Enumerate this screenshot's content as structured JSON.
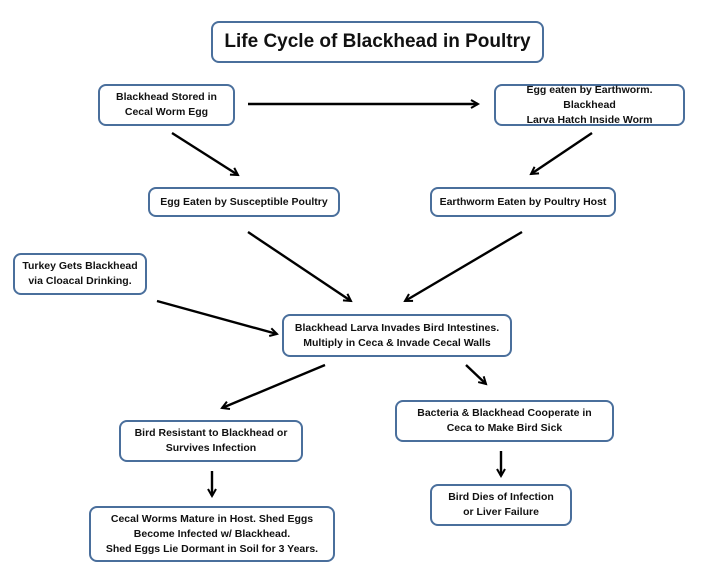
{
  "title": "Life Cycle of Blackhead in Poultry",
  "nodes": {
    "stored_egg": "Blackhead Stored in\nCecal Worm Egg",
    "egg_eaten_worm": "Egg eaten by Earthworm. Blackhead\nLarva Hatch Inside Worm",
    "egg_eaten_poultry": "Egg Eaten by Susceptible Poultry",
    "worm_eaten_host": "Earthworm Eaten by Poultry Host",
    "turkey_cloacal": "Turkey Gets Blackhead\nvia Cloacal Drinking.",
    "larva_invades": "Blackhead Larva Invades Bird Intestines.\nMultiply in Ceca & Invade Cecal Walls",
    "bird_resistant": "Bird Resistant to Blackhead or\nSurvives Infection",
    "bacteria_cooperate": "Bacteria & Blackhead Cooperate in\nCeca to Make Bird Sick",
    "bird_dies": "Bird Dies of Infection\nor Liver Failure",
    "worms_mature": "Cecal Worms Mature in Host. Shed Eggs\nBecome Infected w/ Blackhead.\nShed Eggs Lie Dormant in Soil for 3 Years."
  },
  "edges": [
    {
      "from": "stored_egg",
      "to": "egg_eaten_worm"
    },
    {
      "from": "stored_egg",
      "to": "egg_eaten_poultry"
    },
    {
      "from": "egg_eaten_worm",
      "to": "worm_eaten_host"
    },
    {
      "from": "egg_eaten_poultry",
      "to": "larva_invades"
    },
    {
      "from": "worm_eaten_host",
      "to": "larva_invades"
    },
    {
      "from": "turkey_cloacal",
      "to": "larva_invades"
    },
    {
      "from": "larva_invades",
      "to": "bird_resistant"
    },
    {
      "from": "larva_invades",
      "to": "bacteria_cooperate"
    },
    {
      "from": "bird_resistant",
      "to": "worms_mature"
    },
    {
      "from": "bacteria_cooperate",
      "to": "bird_dies"
    }
  ],
  "colors": {
    "box_border": "#4a6f9c",
    "arrow": "#000000"
  }
}
